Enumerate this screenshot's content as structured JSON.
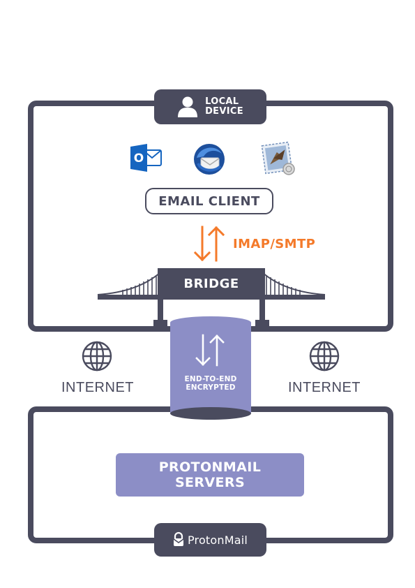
{
  "local_device": {
    "label_line1": "LOCAL",
    "label_line2": "DEVICE",
    "icon": "user-icon"
  },
  "clients": {
    "items": [
      {
        "name": "outlook",
        "icon": "outlook-icon",
        "letter": "O"
      },
      {
        "name": "thunderbird",
        "icon": "thunderbird-icon"
      },
      {
        "name": "apple-mail",
        "icon": "apple-mail-icon"
      }
    ],
    "label": "EMAIL CLIENT"
  },
  "protocol": {
    "label": "IMAP/SMTP",
    "icon": "bidirectional-arrows-icon",
    "color": "#f47a2a"
  },
  "bridge": {
    "label": "BRIDGE"
  },
  "tunnel": {
    "line1": "END-TO-END",
    "line2": "ENCRYPTED",
    "icon": "bidirectional-arrows-icon",
    "color": "#8c8ec6"
  },
  "internet": {
    "left_label": "INTERNET",
    "right_label": "INTERNET",
    "icon": "globe-icon"
  },
  "servers": {
    "line1": "PROTONMAIL",
    "line2": "SERVERS",
    "color": "#8c8ec6"
  },
  "brand": {
    "name": "ProtonMail",
    "icon": "protonmail-lock-icon"
  },
  "colors": {
    "frame": "#4a4b5e",
    "accent": "#f47a2a",
    "purple": "#8c8ec6"
  }
}
